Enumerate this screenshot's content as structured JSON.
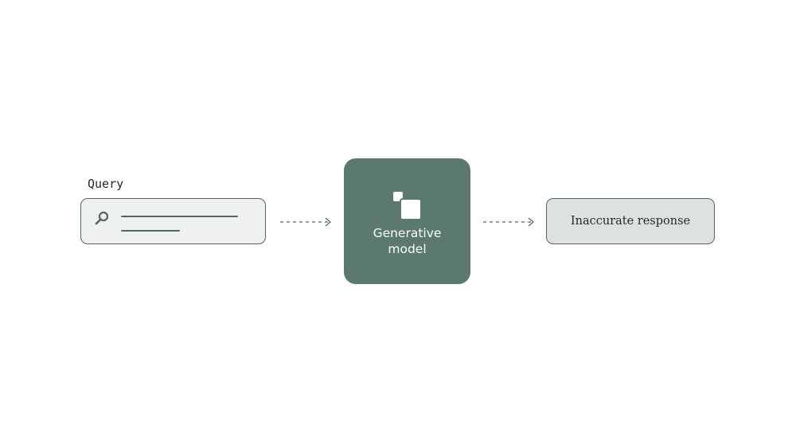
{
  "query": {
    "label": "Query",
    "icon": "search-icon"
  },
  "model": {
    "label": "Generative\nmodel",
    "icon": "squares-icon"
  },
  "response": {
    "label": "Inaccurate response"
  },
  "colors": {
    "accent": "#5b7a6d",
    "stroke": "#52685f",
    "query_fill": "#eef1ef",
    "response_fill": "#dde2df",
    "text": "#1f2a26"
  }
}
